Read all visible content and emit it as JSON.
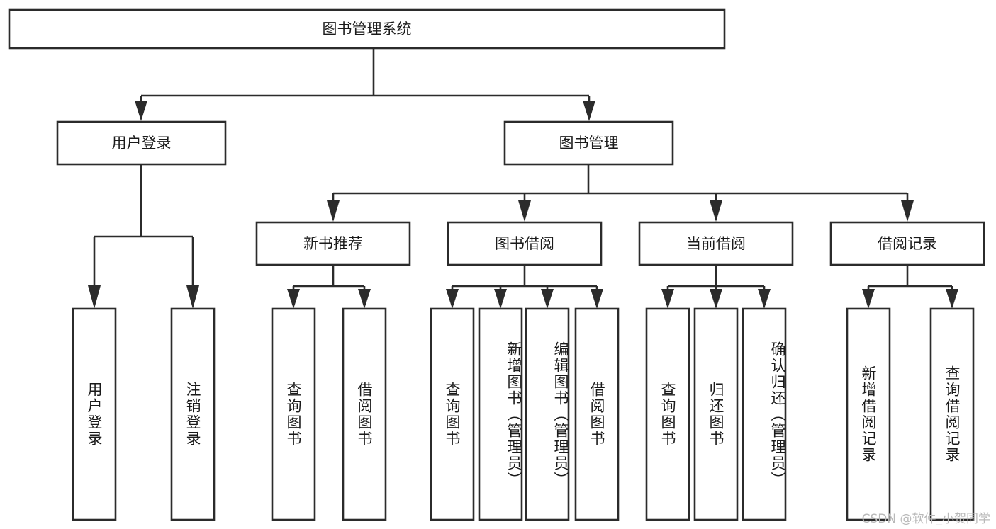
{
  "diagram": {
    "title": "图书管理系统",
    "type": "功能结构图",
    "root": {
      "label": "图书管理系统"
    },
    "level2": [
      {
        "label": "用户登录"
      },
      {
        "label": "图书管理"
      }
    ],
    "level3": [
      {
        "label": "新书推荐"
      },
      {
        "label": "图书借阅"
      },
      {
        "label": "当前借阅"
      },
      {
        "label": "借阅记录"
      }
    ],
    "leaves": {
      "user_login": [
        {
          "label": "用户登录"
        },
        {
          "label": "注销登录"
        }
      ],
      "new_book_recommend": [
        {
          "label": "查询图书"
        },
        {
          "label": "借阅图书"
        }
      ],
      "book_borrow": [
        {
          "label": "查询图书"
        },
        {
          "label": "新增图书（管理员）"
        },
        {
          "label": "编辑图书（管理员）"
        },
        {
          "label": "借阅图书"
        }
      ],
      "current_borrow": [
        {
          "label": "查询图书"
        },
        {
          "label": "归还图书"
        },
        {
          "label": "确认归还（管理员）"
        }
      ],
      "borrow_record": [
        {
          "label": "新增借阅记录"
        },
        {
          "label": "查询借阅记录"
        }
      ]
    }
  },
  "watermark": {
    "text": "CSDN @软件_小贺同学"
  },
  "colors": {
    "stroke": "#2b2b2b",
    "box_fill": "#ffffff",
    "text": "#1a1a1a",
    "background": "#ffffff",
    "watermark": "#b9b9b9"
  }
}
